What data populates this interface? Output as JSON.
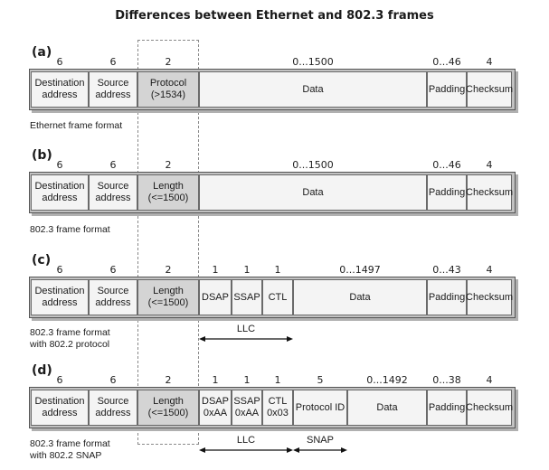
{
  "title": "Differences between Ethernet and 802.3 frames",
  "sections": [
    {
      "label": "(a)",
      "bytes": [
        "6",
        "6",
        "2",
        "0...1500",
        "0...46",
        "4"
      ],
      "fields": [
        {
          "lines": [
            "Destination",
            "address"
          ]
        },
        {
          "lines": [
            "Source",
            "address"
          ]
        },
        {
          "lines": [
            "Protocol",
            "(>1534)"
          ]
        },
        {
          "lines": [
            "Data"
          ]
        },
        {
          "lines": [
            "Padding"
          ]
        },
        {
          "lines": [
            "Checksum"
          ]
        }
      ],
      "caption": [
        "Ethernet frame format"
      ]
    },
    {
      "label": "(b)",
      "bytes": [
        "6",
        "6",
        "2",
        "0...1500",
        "0...46",
        "4"
      ],
      "fields": [
        {
          "lines": [
            "Destination",
            "address"
          ]
        },
        {
          "lines": [
            "Source",
            "address"
          ]
        },
        {
          "lines": [
            "Length",
            "(<=1500)"
          ]
        },
        {
          "lines": [
            "Data"
          ]
        },
        {
          "lines": [
            "Padding"
          ]
        },
        {
          "lines": [
            "Checksum"
          ]
        }
      ],
      "caption": [
        "802.3 frame format"
      ]
    },
    {
      "label": "(c)",
      "bytes": [
        "6",
        "6",
        "2",
        "1",
        "1",
        "1",
        "0...1497",
        "0...43",
        "4"
      ],
      "fields": [
        {
          "lines": [
            "Destination",
            "address"
          ]
        },
        {
          "lines": [
            "Source",
            "address"
          ]
        },
        {
          "lines": [
            "Length",
            "(<=1500)"
          ]
        },
        {
          "lines": [
            "DSAP"
          ]
        },
        {
          "lines": [
            "SSAP"
          ]
        },
        {
          "lines": [
            "CTL"
          ]
        },
        {
          "lines": [
            "Data"
          ]
        },
        {
          "lines": [
            "Padding"
          ]
        },
        {
          "lines": [
            "Checksum"
          ]
        }
      ],
      "caption": [
        "802.3 frame format",
        "with 802.2 protocol"
      ],
      "brackets": [
        "LLC"
      ]
    },
    {
      "label": "(d)",
      "bytes": [
        "6",
        "6",
        "2",
        "1",
        "1",
        "1",
        "5",
        "0...1492",
        "0...38",
        "4"
      ],
      "fields": [
        {
          "lines": [
            "Destination",
            "address"
          ]
        },
        {
          "lines": [
            "Source",
            "address"
          ]
        },
        {
          "lines": [
            "Length",
            "(<=1500)"
          ]
        },
        {
          "lines": [
            "DSAP",
            "0xAA"
          ]
        },
        {
          "lines": [
            "SSAP",
            "0xAA"
          ]
        },
        {
          "lines": [
            "CTL",
            "0x03"
          ]
        },
        {
          "lines": [
            "Protocol ID"
          ]
        },
        {
          "lines": [
            "Data"
          ]
        },
        {
          "lines": [
            "Padding"
          ]
        },
        {
          "lines": [
            "Checksum"
          ]
        }
      ],
      "caption": [
        "802.3 frame format",
        "with 802.2 SNAP"
      ],
      "brackets": [
        "LLC",
        "SNAP"
      ]
    }
  ],
  "colors": {
    "field_fill": "#f4f4f4",
    "shaded_fill": "#d4d4d4",
    "frame_border": "#c2c2c2",
    "dashed_outline": "#8a8a8a"
  }
}
